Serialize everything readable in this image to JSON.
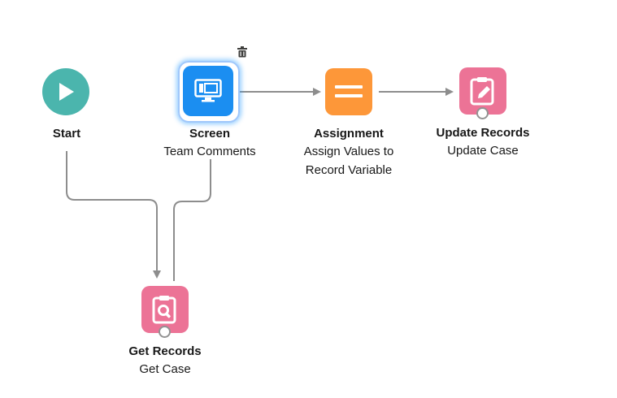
{
  "colors": {
    "start": "#4bb5ad",
    "screen": "#1b8ef1",
    "assignment": "#fd9739",
    "records": "#ec7396",
    "connector": "#8d8d8d"
  },
  "nodes": {
    "start": {
      "title": "Start",
      "icon": "play-icon"
    },
    "screen": {
      "title": "Screen",
      "subtitle": "Team Comments",
      "icon": "screen-icon",
      "selected": true
    },
    "assignment": {
      "title": "Assignment",
      "subtitle_line1": "Assign Values to",
      "subtitle_line2": "Record Variable",
      "icon": "equals-icon"
    },
    "update_records": {
      "title": "Update Records",
      "subtitle": "Update Case",
      "icon": "clipboard-pencil-icon"
    },
    "get_records": {
      "title": "Get Records",
      "subtitle": "Get Case",
      "icon": "clipboard-search-icon"
    }
  },
  "toolbar": {
    "delete_icon": "trash-icon"
  }
}
